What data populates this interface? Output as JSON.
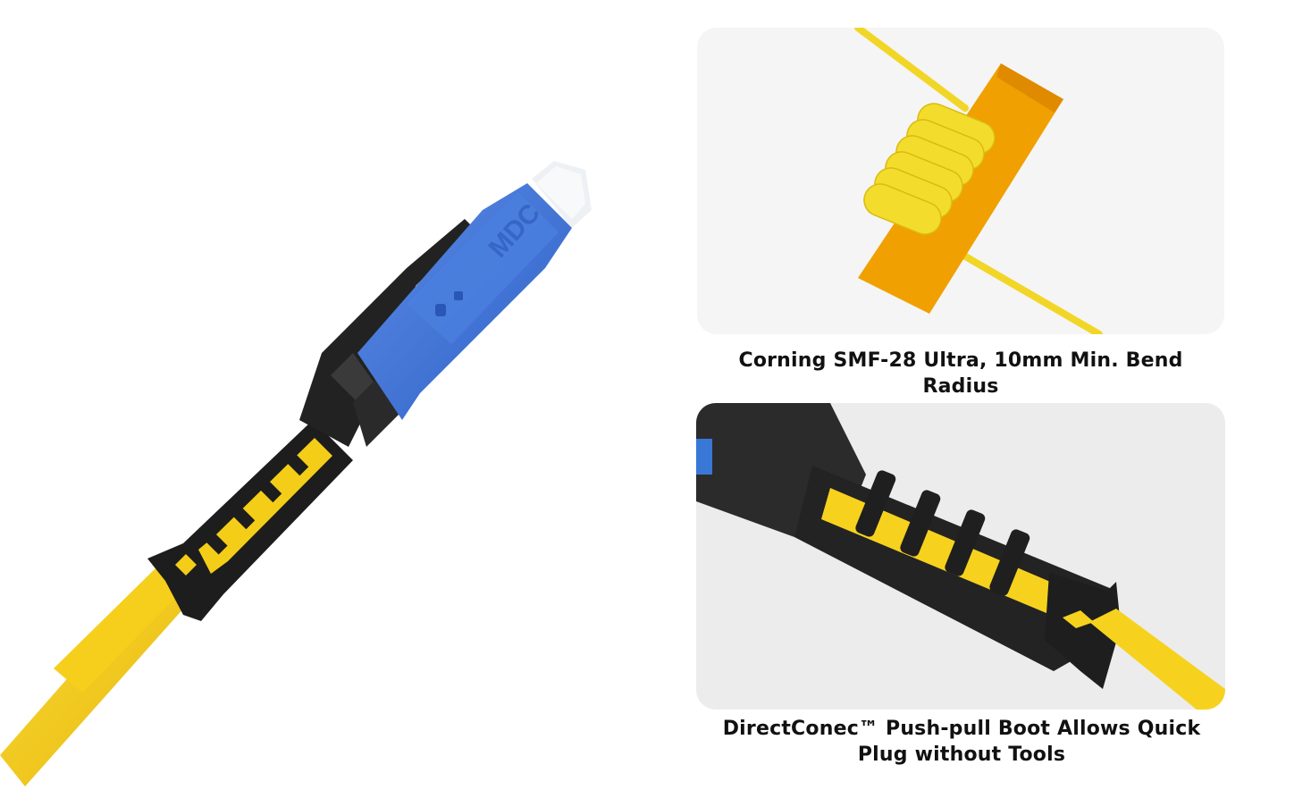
{
  "hero": {
    "subject": "MDC connector fiber patch cable with push-pull boot",
    "connector_marking": "MDC",
    "colors": {
      "connector_body": "#3f74d6",
      "dust_cap": "#eef1f4",
      "boot": "#1c1c1c",
      "cable": "#f2cc16"
    }
  },
  "features": [
    {
      "caption": "Corning SMF-28 Ultra, 10mm Min. Bend Radius",
      "image": "yellow-fiber-wrapped-around-orange-rod",
      "colors": {
        "background": "#f5f5f5",
        "fiber": "#f4dc2c",
        "rod": "#f0a000"
      }
    },
    {
      "caption": "DirectConec™ Push-pull Boot Allows Quick Plug without Tools",
      "image": "push-pull-boot-closeup",
      "colors": {
        "background": "#ececec",
        "boot": "#1c1c1c",
        "cable": "#f6d21e"
      }
    }
  ]
}
